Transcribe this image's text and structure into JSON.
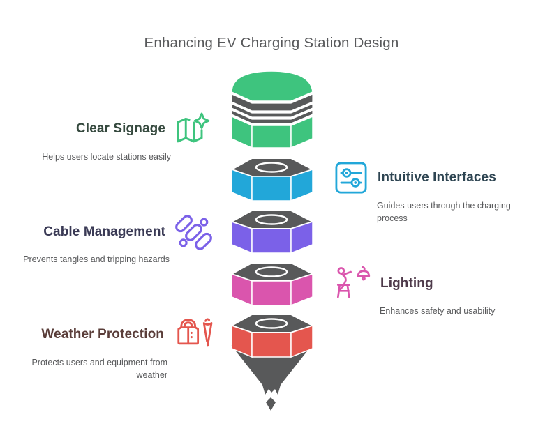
{
  "title": "Enhancing EV Charging Station Design",
  "colors": {
    "hardware_gray": "#58595a",
    "title_text": "#58595b",
    "description_text": "#58595b",
    "background": "#ffffff"
  },
  "sections": [
    {
      "label": "Clear Signage",
      "description": "Helps users locate stations easily",
      "side": "left",
      "color": "#3ec47e",
      "label_color": "#35493e",
      "icon": "map-sparkle-icon"
    },
    {
      "label": "Intuitive Interfaces",
      "description": "Guides users through the charging process",
      "side": "right",
      "color": "#22a7d9",
      "label_color": "#2e4552",
      "icon": "sliders-icon"
    },
    {
      "label": "Cable Management",
      "description": "Prevents tangles and tripping hazards",
      "side": "left",
      "color": "#7b61e8",
      "label_color": "#3a3a55",
      "icon": "cables-icon"
    },
    {
      "label": "Lighting",
      "description": "Enhances safety and usability",
      "side": "right",
      "color": "#da55ad",
      "label_color": "#4e3a4a",
      "icon": "lamp-installation-icon"
    },
    {
      "label": "Weather Protection",
      "description": "Protects users and equipment from weather",
      "side": "left",
      "color": "#e4564e",
      "label_color": "#5a3d39",
      "icon": "raincoat-umbrella-icon"
    }
  ],
  "stack": {
    "type": "pencil-funnel-stack",
    "segment_order": [
      "Clear Signage",
      "Intuitive Interfaces",
      "Cable Management",
      "Lighting",
      "Weather Protection"
    ],
    "hardware_color": "#58595a"
  }
}
